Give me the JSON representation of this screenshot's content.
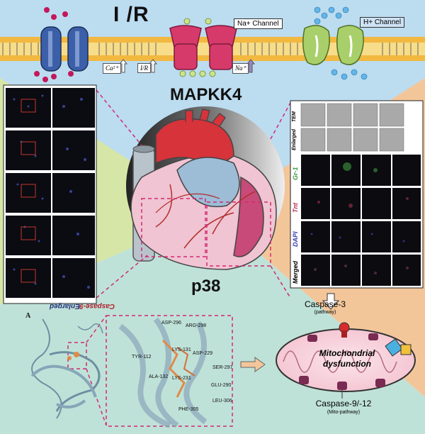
{
  "header": {
    "title": "I /R",
    "na_channel": "Na+ Channel",
    "h_channel": "H+ Channel",
    "ion_ca": "Ca²⁺",
    "ion_ir": "I/R",
    "ion_na": "Na⁺"
  },
  "center": {
    "top_label": "MAPKK4",
    "bottom_label": "p38"
  },
  "left_panel": {
    "label_caspase": "Caspase-9",
    "label_enlarged": "Enlarged"
  },
  "right_panel": {
    "label_tem": "TEM",
    "label_enlarged": "Enlarged",
    "label_gr1": "Gr-1",
    "label_tnt": "Tnt",
    "label_dapi": "DAPI",
    "label_merged": "Merged"
  },
  "docking": {
    "panel_letter": "A",
    "residues": [
      "ASP-296",
      "ARG-298",
      "LYS-131",
      "TYR-112",
      "ASP-229",
      "SER-297",
      "ALA-132",
      "LYS-231",
      "GLU-290",
      "PHE-305",
      "LEU-306"
    ]
  },
  "mito": {
    "caspase3": "Caspase-3",
    "caspase3_sub": "(pathway)",
    "title_line1": "Mitochondrial",
    "title_line2": "dysfunction",
    "caspase912": "Caspase-9/-12",
    "caspase912_sub": "(Mito-pathway)"
  },
  "colors": {
    "sky": "#bcdcf0",
    "green_panel": "#d6e6a6",
    "orange_panel": "#f3c69a",
    "teal_panel": "#bfe2d8",
    "membrane": "#f0b03c",
    "channel_blue": "#3b5fa8",
    "channel_red": "#d63a6a",
    "channel_green": "#a8cf6a",
    "heart_red": "#d6333a",
    "heart_pink": "#f0c4d2"
  }
}
